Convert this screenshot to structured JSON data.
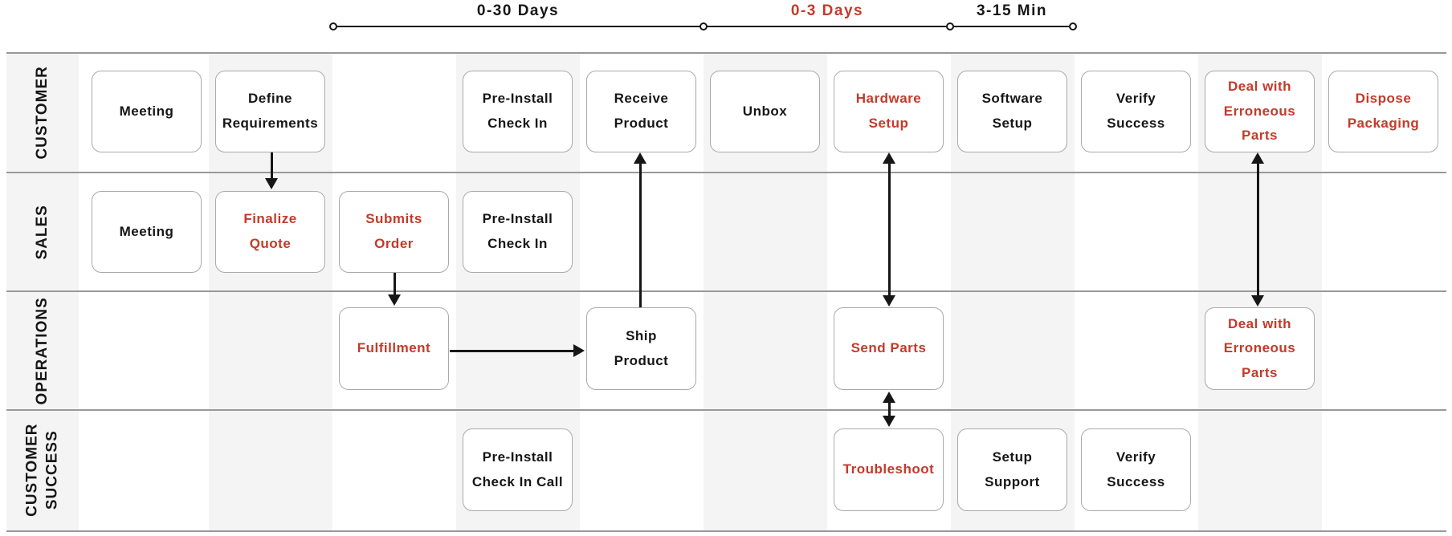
{
  "header": {
    "segments": [
      {
        "label": "0-30 Days",
        "highlight": false
      },
      {
        "label": "0-3 Days",
        "highlight": true
      },
      {
        "label": "3-15 Min",
        "highlight": false
      }
    ]
  },
  "lanes": [
    {
      "label": "CUSTOMER",
      "boxes": [
        {
          "label": "Meeting",
          "highlight": false,
          "column": 1
        },
        {
          "label": "Define\nRequirements",
          "highlight": false,
          "column": 2
        },
        {
          "label": "Pre-Install\nCheck In",
          "highlight": false,
          "column": 4
        },
        {
          "label": "Receive\nProduct",
          "highlight": false,
          "column": 5
        },
        {
          "label": "Unbox",
          "highlight": false,
          "column": 6
        },
        {
          "label": "Hardware\nSetup",
          "highlight": true,
          "column": 7
        },
        {
          "label": "Software\nSetup",
          "highlight": false,
          "column": 8
        },
        {
          "label": "Verify\nSuccess",
          "highlight": false,
          "column": 9
        },
        {
          "label": "Deal with\nErroneous\nParts",
          "highlight": true,
          "column": 10
        },
        {
          "label": "Dispose\nPackaging",
          "highlight": true,
          "column": 11
        }
      ]
    },
    {
      "label": "SALES",
      "boxes": [
        {
          "label": "Meeting",
          "highlight": false,
          "column": 1
        },
        {
          "label": "Finalize\nQuote",
          "highlight": true,
          "column": 2
        },
        {
          "label": "Submits\nOrder",
          "highlight": true,
          "column": 3
        },
        {
          "label": "Pre-Install\nCheck In",
          "highlight": false,
          "column": 4
        }
      ]
    },
    {
      "label": "OPERATIONS",
      "boxes": [
        {
          "label": "Fulfillment",
          "highlight": true,
          "column": 3
        },
        {
          "label": "Ship\nProduct",
          "highlight": false,
          "column": 5
        },
        {
          "label": "Send Parts",
          "highlight": true,
          "column": 7
        },
        {
          "label": "Deal with\nErroneous\nParts",
          "highlight": true,
          "column": 10
        }
      ]
    },
    {
      "label": "CUSTOMER\nSUCCESS",
      "boxes": [
        {
          "label": "Pre-Install\nCheck In Call",
          "highlight": false,
          "column": 4
        },
        {
          "label": "Troubleshoot",
          "highlight": true,
          "column": 7
        },
        {
          "label": "Setup\nSupport",
          "highlight": false,
          "column": 8
        },
        {
          "label": "Verify\nSuccess",
          "highlight": false,
          "column": 9
        }
      ]
    }
  ],
  "arrows": [
    {
      "from": "Define Requirements (Customer)",
      "to": "Finalize Quote (Sales)",
      "bidirectional": false
    },
    {
      "from": "Submits Order (Sales)",
      "to": "Fulfillment (Operations)",
      "bidirectional": false
    },
    {
      "from": "Fulfillment (Operations)",
      "to": "Ship Product (Operations)",
      "bidirectional": false
    },
    {
      "from": "Ship Product (Operations)",
      "to": "Receive Product (Customer)",
      "bidirectional": false
    },
    {
      "from": "Hardware Setup (Customer)",
      "to": "Send Parts (Operations)",
      "bidirectional": true
    },
    {
      "from": "Send Parts (Operations)",
      "to": "Troubleshoot (Customer Success)",
      "bidirectional": true
    },
    {
      "from": "Deal with Erroneous Parts (Customer)",
      "to": "Deal with Erroneous Parts (Operations)",
      "bidirectional": true
    }
  ],
  "colors": {
    "accent_red": "#c23b2a",
    "text_black": "#161616",
    "stripe_gray": "#f4f4f4",
    "line_gray": "#999999",
    "box_border": "#a9a9a9",
    "arrow_black": "#161616"
  }
}
